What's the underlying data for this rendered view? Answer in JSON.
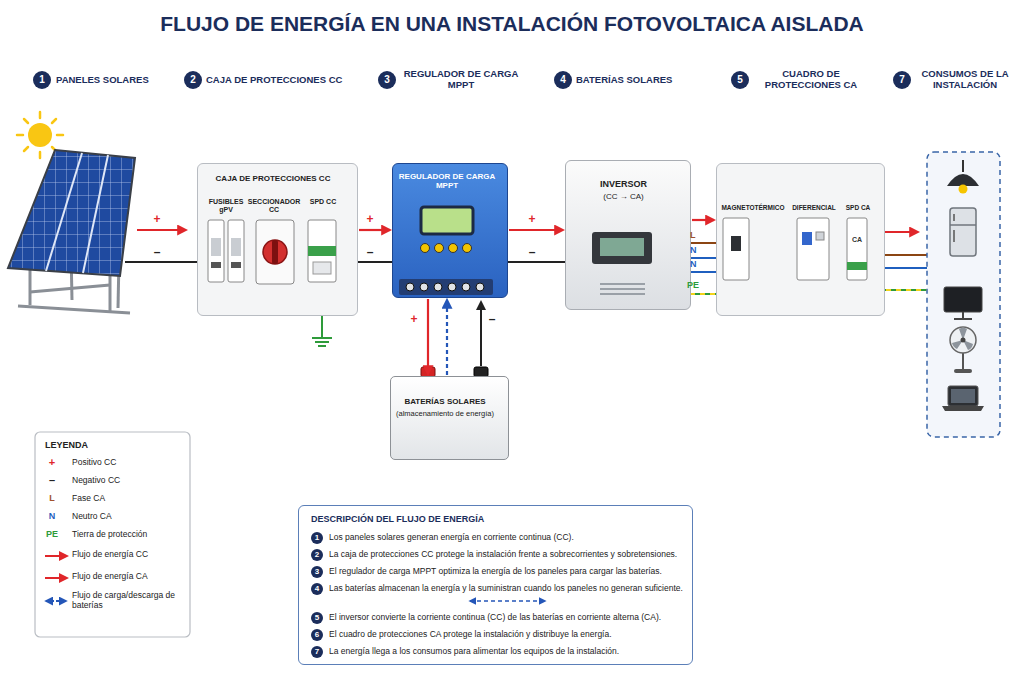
{
  "diagram": {
    "title": "FLUJO DE ENERGÍA EN UNA INSTALACIÓN FOTOVOLTAICA AISLADA",
    "nodes": [
      {
        "text": [
          "CAJA DE PROTECCIONES CC",
          "FUSIBLES gPV",
          "SECCIONADOR CC",
          "SPD CC"
        ]
      },
      {
        "text": [
          "REGULADOR DE CARGA MPPT"
        ]
      },
      {
        "text": [
          "INVERSOR",
          "(CC → CA)"
        ]
      },
      {
        "text": [
          "MAGNETOTÉRMICO",
          "DIFERENCIAL",
          "SPD CA"
        ]
      },
      {
        "text": [
          "BATERÍAS SOLARES",
          "(almacenamiento de energía)"
        ]
      },
      {
        "text": [
          "DESCRIPCIÓN DEL FLUJO DE ENERGÍA",
          "1",
          "Los paneles solares generan energía en corriente continua (CC).",
          "2",
          "La caja de protecciones CC protege la instalación frente a sobrecorrientes y sobretensiones.",
          "3",
          "El regulador de carga MPPT optimiza la energía de los paneles para cargar las baterías.",
          "4",
          "Las baterías almacenan la energía y la suministran cuando los paneles no generan suficiente.",
          "5",
          "El inversor convierte la corriente continua (CC) de las baterías en corriente alterna (CA).",
          "6",
          "El cuadro de protecciones CA protege la instalación y distribuye la energía.",
          "7",
          "La energía llega a los consumos para alimentar los equipos de la instalación."
        ]
      }
    ],
    "edges": [
      {
        "from": 0,
        "to": 1,
        "arrow": "to"
      },
      {
        "from": 1,
        "to": 4,
        "arrow": "to"
      },
      {
        "from": 4,
        "to": 1,
        "arrow": "to"
      },
      {
        "from": 1,
        "to": 2,
        "arrow": "to"
      },
      {
        "from": 2,
        "to": 3,
        "arrow": "to"
      }
    ],
    "labels": [
      "1",
      "PANELES SOLARES",
      "2",
      "CAJA DE PROTECCIONES CC",
      "3",
      "REGULADOR DE CARGA MPPT",
      "4",
      "BATERÍAS SOLARES",
      "5",
      "CUADRO DE PROTECCIONES CA",
      "7",
      "CONSUMOS DE LA INSTALACIÓN",
      "+",
      "–",
      "+",
      "–",
      "+",
      "–",
      "+",
      "–",
      "L",
      "N",
      "N",
      "PE",
      "CA",
      "LEYENDA",
      "+",
      "–",
      "L",
      "N",
      "PE"
    ],
    "legend": [
      {
        "text": "Positivo CC"
      },
      {
        "text": "Negativo CC"
      },
      {
        "text": "Fase CA"
      },
      {
        "text": "Neutro CA"
      },
      {
        "text": "Tierra de protección"
      },
      {
        "text": "Flujo de energía CC"
      },
      {
        "text": "Flujo de energía CA"
      },
      {
        "text": "Flujo de carga/descarga de baterías"
      }
    ]
  }
}
